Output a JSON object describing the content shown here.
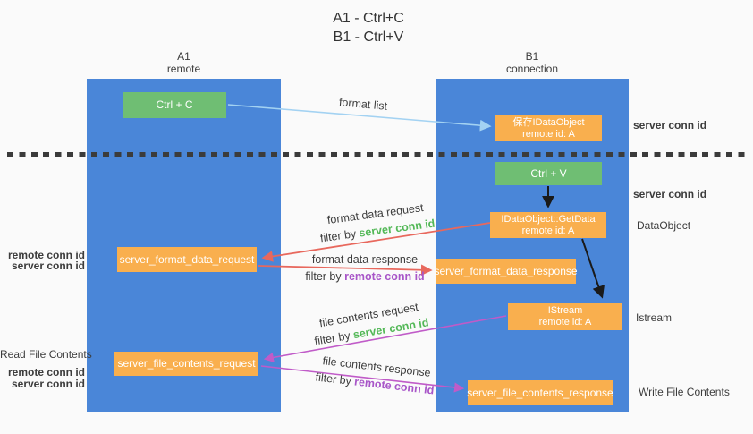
{
  "title": {
    "line1": "A1 - Ctrl+C",
    "line2": "B1 - Ctrl+V"
  },
  "lanes": {
    "left": {
      "name": "A1",
      "subtitle": "remote"
    },
    "right": {
      "name": "B1",
      "subtitle": "connection"
    }
  },
  "boxes": {
    "ctrl_c": {
      "label": "Ctrl + C"
    },
    "ctrl_v": {
      "label": "Ctrl + V"
    },
    "save_dataobject": {
      "line1": "保存IDataObject",
      "line2": "remote id: A"
    },
    "getdata": {
      "line1": "IDataObject::GetData",
      "line2": "remote id: A"
    },
    "istream": {
      "line1": "IStream",
      "line2": "remote id: A"
    },
    "format_request": {
      "label": "server_format_data_request"
    },
    "format_response": {
      "label": "server_format_data_response"
    },
    "file_request": {
      "label": "server_file_contents_request"
    },
    "file_response": {
      "label": "server_file_contents_response"
    }
  },
  "arrow_labels": {
    "format_list": "format list",
    "format_data_request": "format data request",
    "format_data_response": "format data response",
    "file_contents_request": "file contents request",
    "file_contents_response": "file contents response",
    "filter_by": "filter by ",
    "server_conn_id": "server conn id",
    "remote_conn_id": "remote conn id"
  },
  "side_labels": {
    "right_server_conn_id_top": "server conn id",
    "right_server_conn_id_mid": "server conn id",
    "dataobject": "DataObject",
    "istream": "Istream",
    "write_file_contents": "Write File Contents",
    "left_remote_conn_id_top": "remote conn id",
    "left_server_conn_id_top": "server conn id",
    "read_file_contents": "Read File Contents",
    "left_remote_conn_id_bottom": "remote conn id",
    "left_server_conn_id_bottom": "server conn id"
  },
  "colors": {
    "lane_blue": "#4a86d8",
    "box_green": "#6fbe73",
    "box_orange": "#f9af4e",
    "arrow_lightblue": "#a3d2f2",
    "arrow_red": "#e8685d",
    "arrow_magenta": "#c05bc8",
    "arrow_black": "#1a1a1a",
    "text_green": "#53b857",
    "text_purple": "#a855c8",
    "text_dark": "#3c3c3c",
    "background": "#fafafa"
  }
}
